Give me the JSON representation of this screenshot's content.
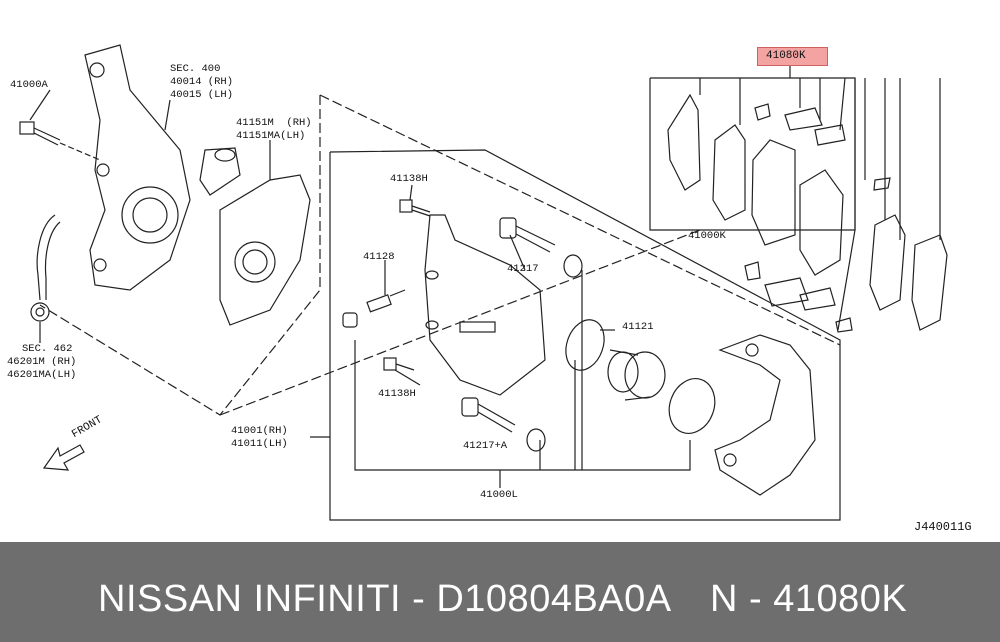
{
  "labels": {
    "hardware_kit": "41080K",
    "bolt": "41000A",
    "knuckle_sec": "SEC. 400",
    "knuckle_rh": "40014 (RH)",
    "knuckle_lh": "40015 (LH)",
    "plate_rh": "41151M  (RH)",
    "plate_lh": "41151MA(LH)",
    "bleeder_screw_top": "41138H",
    "bleeder": "41128",
    "pin_bolt": "41217",
    "bleeder_screw_bottom": "41138H",
    "piston": "41121",
    "pin_bolt_kit": "41217+A",
    "caliper_rh": "41001(RH)",
    "caliper_lh": "41011(LH)",
    "seal_kit": "41000L",
    "pad_kit": "41000K",
    "hose_sec": "SEC. 462",
    "hose_rh": "46201M (RH)",
    "hose_lh": "46201MA(LH)",
    "front": "FRONT",
    "ref_code": "J440011G"
  },
  "footer": {
    "left_text": "NISSAN  INFINITI - D10804BA0A",
    "right_text": "N - 41080K"
  },
  "colors": {
    "footer_bg": "#6e6e6e",
    "highlight": "#f4a3a3",
    "line": "#222222"
  }
}
